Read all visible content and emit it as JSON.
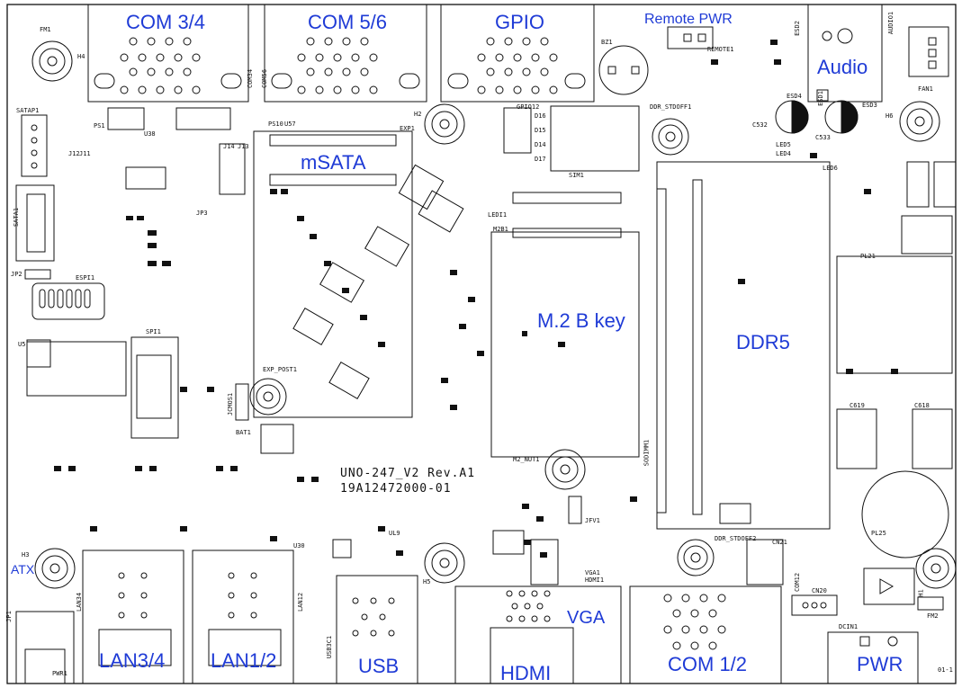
{
  "labels": {
    "com34": "COM 3/4",
    "com56": "COM 5/6",
    "gpio": "GPIO",
    "remote_pwr": "Remote PWR",
    "audio": "Audio",
    "msata": "mSATA",
    "m2": "M.2 B key",
    "ddr5": "DDR5",
    "atx": "ATX",
    "lan34": "LAN3/4",
    "lan12": "LAN1/2",
    "usb": "USB",
    "hdmi": "HDMI",
    "vga": "VGA",
    "com12": "COM 1/2",
    "pwr": "PWR"
  },
  "silkscreen": {
    "fm1": "FM1",
    "h4": "H4",
    "satap1": "SATAP1",
    "sata1": "SATA1",
    "jp2": "JP2",
    "espi1": "ESPI1",
    "spi1": "SPI1",
    "u5": "U5",
    "ps1": "PS1",
    "u38": "U38",
    "j12": "J12",
    "j11": "J11",
    "jp3": "JP3",
    "j14": "J14",
    "j13": "J13",
    "com34": "COM34",
    "com56": "COM56",
    "ps10": "PS10",
    "u57": "U57",
    "exp1": "EXP1",
    "h2": "H2",
    "gpio12": "GPIO12",
    "d16": "D16",
    "d15": "D15",
    "d14": "D14",
    "d17": "D17",
    "sim1": "SIM1",
    "ledi1": "LEDI1",
    "m2b1": "M2B1",
    "bz1": "BZ1",
    "remote1": "REMOTE1",
    "ddr_stdoff1": "DDR_STDOFF1",
    "esd2": "ESD2",
    "audio1": "AUDIO1",
    "fan1": "FAN1",
    "esd4": "ESD4",
    "esd1": "ESD1",
    "esd3": "ESD3",
    "c532": "C532",
    "c533": "C533",
    "h6": "H6",
    "led5": "LED5",
    "led4": "LED4",
    "led6": "LED6",
    "pl21": "PL21",
    "sodimm1": "SODIMM1",
    "c619": "C619",
    "c618": "C618",
    "pl25": "PL25",
    "exp_post1": "EXP_POST1",
    "jcmos1": "JCMOS1",
    "bat1": "BAT1",
    "m2_nut1": "M2_NUT1",
    "jfv1": "JFV1",
    "ddr_stdoff2": "DDR_STDOFF2",
    "cn21": "CN21",
    "com12": "COM12",
    "cn20": "CN20",
    "h1": "H1",
    "fm2": "FM2",
    "dcin1": "DCIN1",
    "h3": "H3",
    "jp1": "JP1",
    "pwr1": "PWR1",
    "lan34": "LAN34",
    "lan12": "LAN12",
    "u30": "U30",
    "ul9": "UL9",
    "h5": "H5",
    "usb3c1": "USB3C1",
    "vga1": "VGA1",
    "hdmi1": "HDMI1",
    "corner": "01-1"
  },
  "revision": {
    "line1": "UNO-247_V2 Rev.A1",
    "line2": "19A12472000-01"
  },
  "colors": {
    "label_blue": "#1f3bd6",
    "line": "#111111"
  }
}
